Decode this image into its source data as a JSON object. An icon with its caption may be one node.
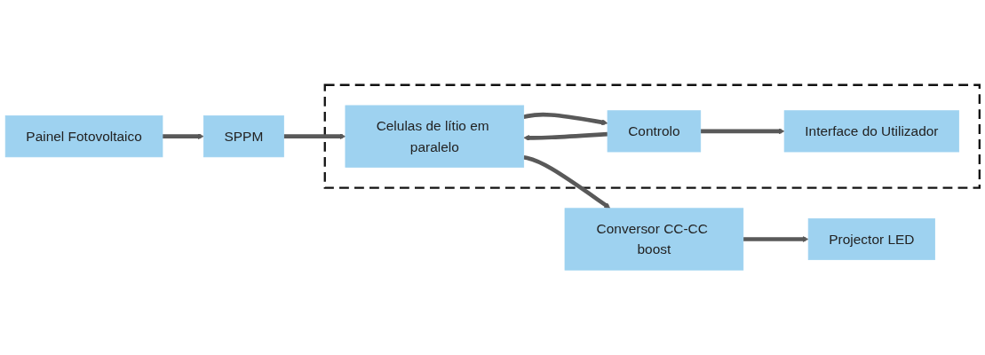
{
  "diagram": {
    "nodes": [
      {
        "text": [
          "Painel Fotovoltaico"
        ]
      },
      {
        "text": [
          "SPPM"
        ]
      },
      {
        "text": [],
        "shape": "box"
      },
      {
        "text": [
          "Celulas de lítio em paralelo"
        ],
        "in": 2
      },
      {
        "text": [
          "Conversor CC-CC boost"
        ]
      },
      {
        "text": [
          "Projector LED"
        ]
      },
      {
        "text": [
          "Controlo"
        ],
        "in": 2
      },
      {
        "text": [
          "Interface do Utilizador"
        ],
        "in": 2
      }
    ],
    "edges": [
      {
        "from": 0,
        "to": 1,
        "arrow": "to"
      },
      {
        "from": 1,
        "to": 3,
        "arrow": "to"
      },
      {
        "from": 3,
        "to": 4,
        "arrow": "to"
      },
      {
        "from": 4,
        "to": 5,
        "arrow": "to"
      },
      {
        "from": 3,
        "to": 6,
        "arrow": "to"
      },
      {
        "from": 6,
        "to": 3,
        "arrow": "to"
      },
      {
        "from": 6,
        "to": 7,
        "arrow": "to"
      }
    ]
  }
}
